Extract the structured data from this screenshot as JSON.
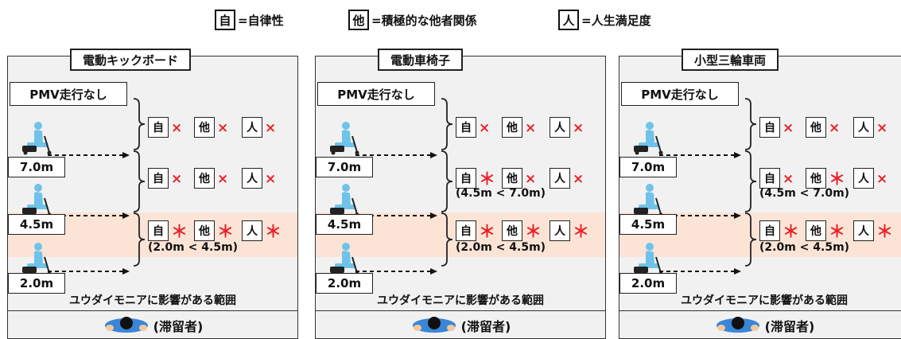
{
  "legend": [
    {
      "symbol": "自",
      "label": "=自律性"
    },
    {
      "symbol": "他",
      "label": "=積極的な他者関係"
    },
    {
      "symbol": "人",
      "label": "=人生満足度"
    }
  ],
  "panels": [
    {
      "title": "電動キックボード",
      "no_pmv": "PMV走行なし",
      "distances": [
        "7.0m",
        "4.5m",
        "2.0m"
      ],
      "rows": [
        {
          "marks": [
            "×",
            "×",
            "×"
          ],
          "note": ""
        },
        {
          "marks": [
            "×",
            "×",
            "×"
          ],
          "note": ""
        },
        {
          "marks": [
            "＊",
            "＊",
            "＊"
          ],
          "note": "(2.0m < 4.5m)"
        }
      ],
      "influence": "ユウダイモニアに影響がある範囲",
      "stayer": "(滞留者)"
    },
    {
      "title": "電動車椅子",
      "no_pmv": "PMV走行なし",
      "distances": [
        "7.0m",
        "4.5m",
        "2.0m"
      ],
      "rows": [
        {
          "marks": [
            "×",
            "×",
            "×"
          ],
          "note": ""
        },
        {
          "marks": [
            "＊",
            "×",
            "×"
          ],
          "note": "(4.5m < 7.0m)"
        },
        {
          "marks": [
            "＊",
            "＊",
            "＊"
          ],
          "note": "(2.0m < 4.5m)"
        }
      ],
      "influence": "ユウダイモニアに影響がある範囲",
      "stayer": "(滞留者)"
    },
    {
      "title": "小型三輪車両",
      "no_pmv": "PMV走行なし",
      "distances": [
        "7.0m",
        "4.5m",
        "2.0m"
      ],
      "rows": [
        {
          "marks": [
            "×",
            "×",
            "×"
          ],
          "note": ""
        },
        {
          "marks": [
            "×",
            "＊",
            "×"
          ],
          "note": "(4.5m < 7.0m)"
        },
        {
          "marks": [
            "＊",
            "＊",
            "＊"
          ],
          "note": "(2.0m < 4.5m)"
        }
      ],
      "influence": "ユウダイモニアに影響がある範囲",
      "stayer": "(滞留者)"
    }
  ],
  "colors": {
    "mark": "#e8242b",
    "band": "#fbe4d6",
    "panel": "#f1f1f1",
    "person": "#6fc3e8",
    "stayer": "#3a86d6"
  }
}
